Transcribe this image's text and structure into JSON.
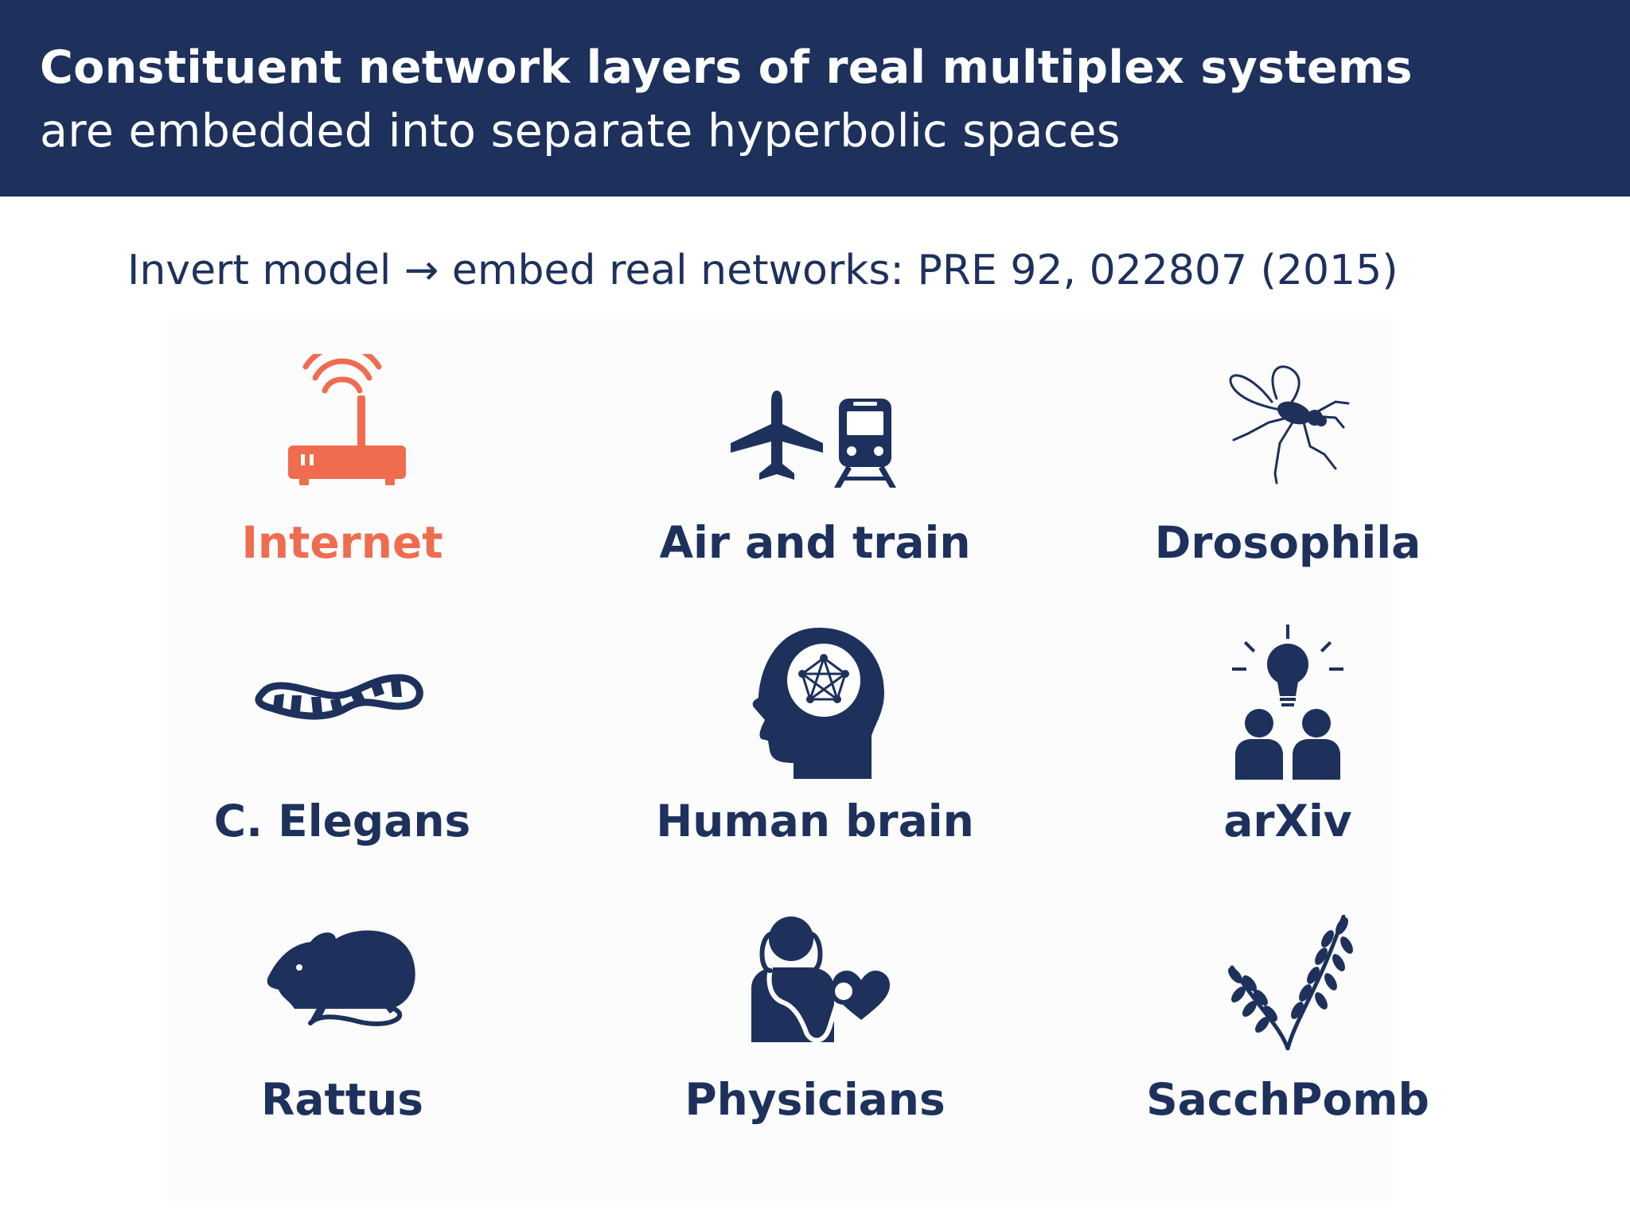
{
  "header": {
    "title": "Constituent network layers of real multiplex systems",
    "subtitle": "are embedded into separate hyperbolic spaces"
  },
  "reference": "Invert model → embed real networks: PRE 92, 022807 (2015)",
  "colors": {
    "header_bg": "#1d315c",
    "primary": "#1d315c",
    "accent": "#ef6c4f"
  },
  "items": [
    {
      "label": "Internet",
      "icon": "router-icon",
      "highlighted": true
    },
    {
      "label": "Air and train",
      "icon": "plane-train-icon",
      "highlighted": false
    },
    {
      "label": "Drosophila",
      "icon": "fly-icon",
      "highlighted": false
    },
    {
      "label": "C. Elegans",
      "icon": "worm-icon",
      "highlighted": false
    },
    {
      "label": "Human brain",
      "icon": "head-network-icon",
      "highlighted": false
    },
    {
      "label": "arXiv",
      "icon": "people-idea-icon",
      "highlighted": false
    },
    {
      "label": "Rattus",
      "icon": "rat-icon",
      "highlighted": false
    },
    {
      "label": "Physicians",
      "icon": "doctor-icon",
      "highlighted": false
    },
    {
      "label": "SacchPomb",
      "icon": "wheat-icon",
      "highlighted": false
    }
  ]
}
